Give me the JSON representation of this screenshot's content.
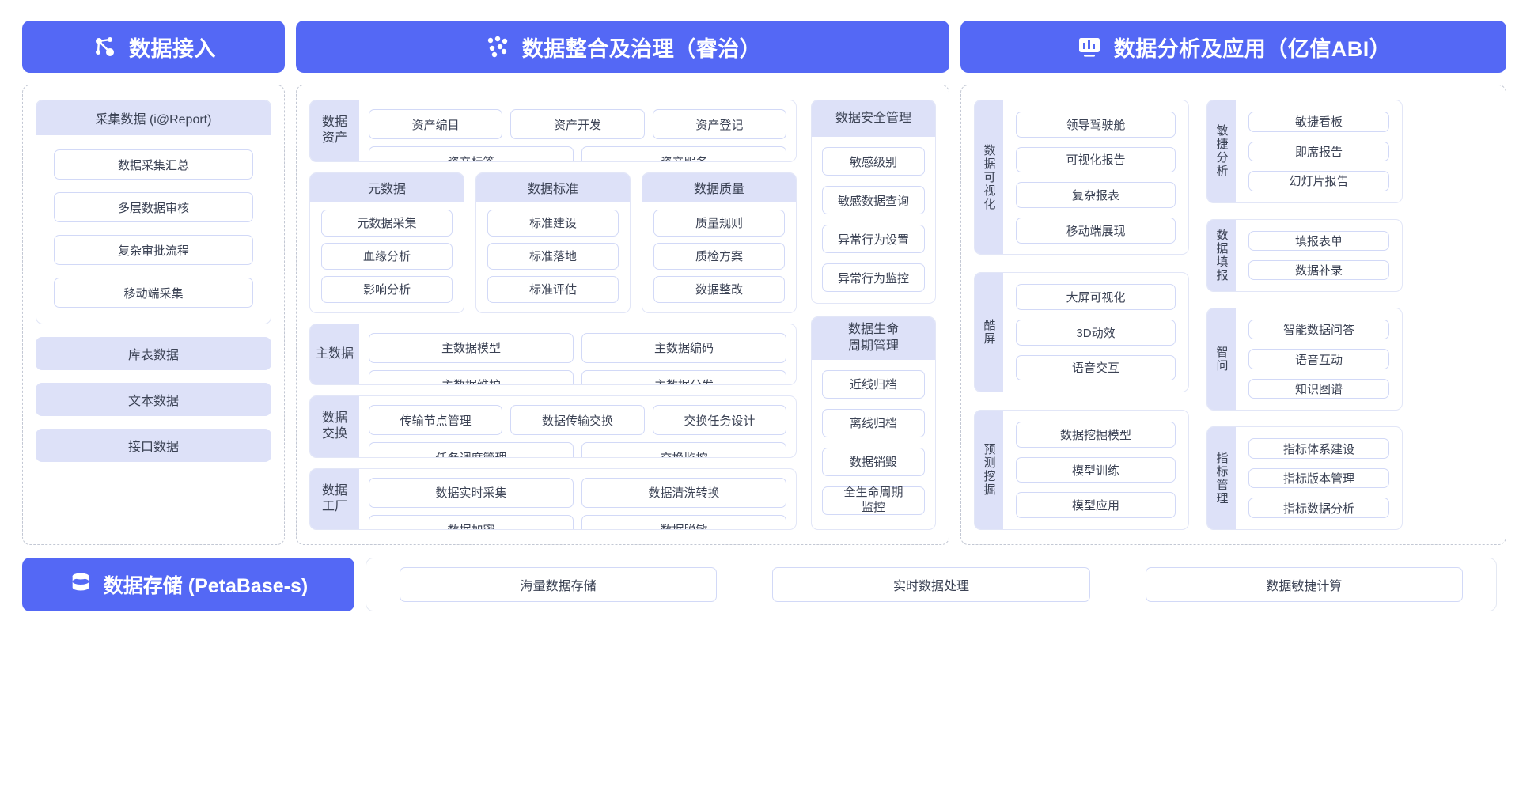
{
  "columns": {
    "accept": {
      "banner": {
        "title": "数据接入",
        "icon": "network-nodes-icon"
      },
      "collect_card": {
        "title": "采集数据 (i@Report)",
        "items": [
          "数据采集汇总",
          "多层数据审核",
          "复杂审批流程",
          "移动端采集"
        ]
      },
      "bars": [
        "库表数据",
        "文本数据",
        "接口数据"
      ]
    },
    "govern": {
      "banner": {
        "title": "数据整合及治理（睿治）",
        "icon": "data-dots-icon"
      },
      "asset_group": {
        "label": "数据\n资产",
        "rows": [
          [
            "资产编目",
            "资产开发",
            "资产登记"
          ],
          [
            "资产标签",
            "资产服务"
          ]
        ]
      },
      "trio": [
        {
          "title": "元数据",
          "items": [
            "元数据采集",
            "血缘分析",
            "影响分析"
          ]
        },
        {
          "title": "数据标准",
          "items": [
            "标准建设",
            "标准落地",
            "标准评估"
          ]
        },
        {
          "title": "数据质量",
          "items": [
            "质量规则",
            "质检方案",
            "数据整改"
          ]
        }
      ],
      "master_group": {
        "label": "主数据",
        "rows": [
          [
            "主数据模型",
            "主数据编码"
          ],
          [
            "主数据维护",
            "主数据分发"
          ]
        ]
      },
      "exchange_group": {
        "label": "数据\n交换",
        "rows": [
          [
            "传输节点管理",
            "数据传输交换",
            "交换任务设计"
          ],
          [
            "任务调度管理",
            "交换监控"
          ]
        ]
      },
      "factory_group": {
        "label": "数据\n工厂",
        "rows": [
          [
            "数据实时采集",
            "数据清洗转换"
          ],
          [
            "数据加密",
            "数据脱敏"
          ]
        ]
      },
      "security_card": {
        "title": "数据安全管理",
        "items": [
          "敏感级别",
          "敏感数据查询",
          "异常行为设置",
          "异常行为监控"
        ]
      },
      "lifecycle_card": {
        "title": "数据生命\n周期管理",
        "items": [
          "近线归档",
          "离线归档",
          "数据销毁",
          "全生命周期\n监控"
        ]
      }
    },
    "analyze": {
      "banner": {
        "title": "数据分析及应用（亿信ABI）",
        "icon": "monitor-chart-icon"
      },
      "groups_left": [
        {
          "label": "数据可视化",
          "items": [
            "领导驾驶舱",
            "可视化报告",
            "复杂报表",
            "移动端展现"
          ]
        },
        {
          "label": "酷屏",
          "items": [
            "大屏可视化",
            "3D动效",
            "语音交互"
          ]
        },
        {
          "label": "预测挖掘",
          "items": [
            "数据挖掘模型",
            "模型训练",
            "模型应用"
          ]
        }
      ],
      "groups_right": [
        {
          "label": "敏捷分析",
          "items": [
            "敏捷看板",
            "即席报告",
            "幻灯片报告"
          ]
        },
        {
          "label": "数据填报",
          "items": [
            "填报表单",
            "数据补录"
          ]
        },
        {
          "label": "智问",
          "items": [
            "智能数据问答",
            "语音互动",
            "知识图谱"
          ]
        },
        {
          "label": "指标管理",
          "items": [
            "指标体系建设",
            "指标版本管理",
            "指标数据分析"
          ]
        }
      ]
    }
  },
  "bottom": {
    "banner": {
      "title": "数据存储 (PetaBase-s)",
      "icon": "database-icon"
    },
    "items": [
      "海量数据存储",
      "实时数据处理",
      "数据敏捷计算"
    ]
  },
  "colors": {
    "brand": "#5468f5",
    "header_fill": "#dde1f8",
    "pill_border": "#d2d9f7",
    "dashed_border": "#c3c8d4",
    "text": "#3b4254"
  }
}
